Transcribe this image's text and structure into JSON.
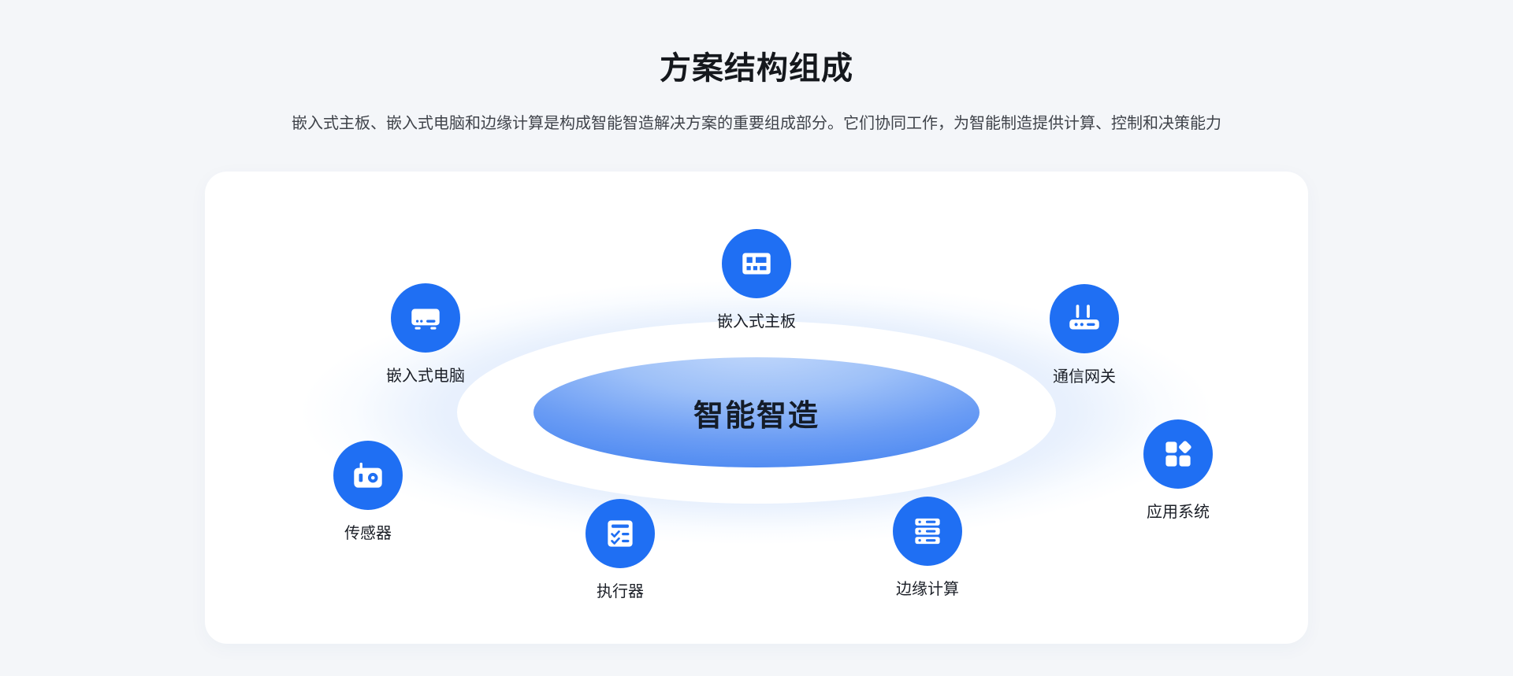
{
  "page": {
    "title": "方案结构组成",
    "subtitle": "嵌入式主板、嵌入式电脑和边缘计算是构成智能智造解决方案的重要组成部分。它们协同工作，为智能制造提供计算、控制和决策能力"
  },
  "diagram": {
    "center_label": "智能智造",
    "nodes": [
      {
        "label": "嵌入式主板",
        "icon": "motherboard-icon"
      },
      {
        "label": "嵌入式电脑",
        "icon": "embedded-pc-icon"
      },
      {
        "label": "通信网关",
        "icon": "gateway-icon"
      },
      {
        "label": "应用系统",
        "icon": "app-grid-icon"
      },
      {
        "label": "传感器",
        "icon": "sensor-icon"
      },
      {
        "label": "执行器",
        "icon": "checklist-icon"
      },
      {
        "label": "边缘计算",
        "icon": "server-stack-icon"
      }
    ],
    "colors": {
      "icon_bg": "#1f6ff3",
      "core_gradient_top": "#c3d9fb",
      "core_gradient_bottom": "#4886f1",
      "ring_light": "#dfeafc"
    }
  }
}
